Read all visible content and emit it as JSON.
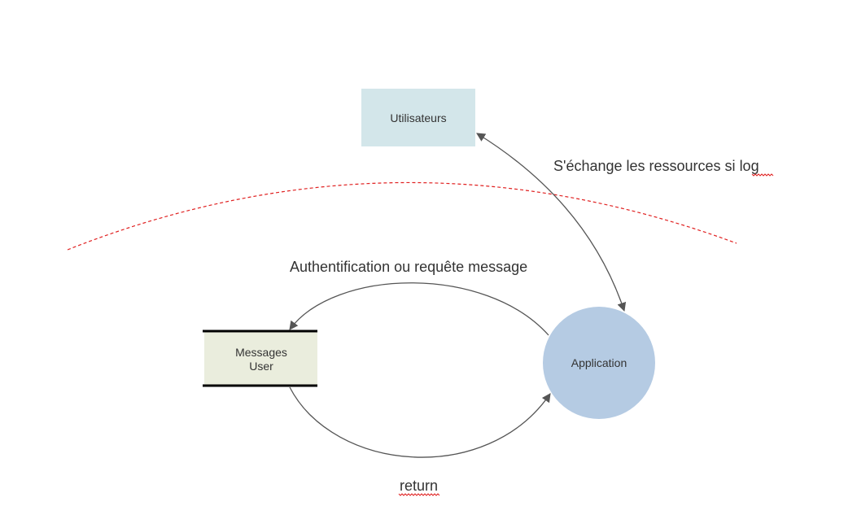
{
  "nodes": {
    "utilisateurs": {
      "label": "Utilisateurs",
      "color": "#d3e6ea"
    },
    "messages_user": {
      "label_line1": "Messages",
      "label_line2": "User",
      "color": "#eaeddd"
    },
    "application": {
      "label": "Application",
      "color": "#b5cbe3"
    }
  },
  "edges": {
    "exchange": {
      "label_prefix": "S'échange les ressources si ",
      "label_suffix": "log"
    },
    "auth": {
      "label": "Authentification ou requête message"
    },
    "return": {
      "label": "return"
    }
  },
  "colors": {
    "boundary": "#e02020",
    "edge": "#555555",
    "text": "#333333"
  }
}
